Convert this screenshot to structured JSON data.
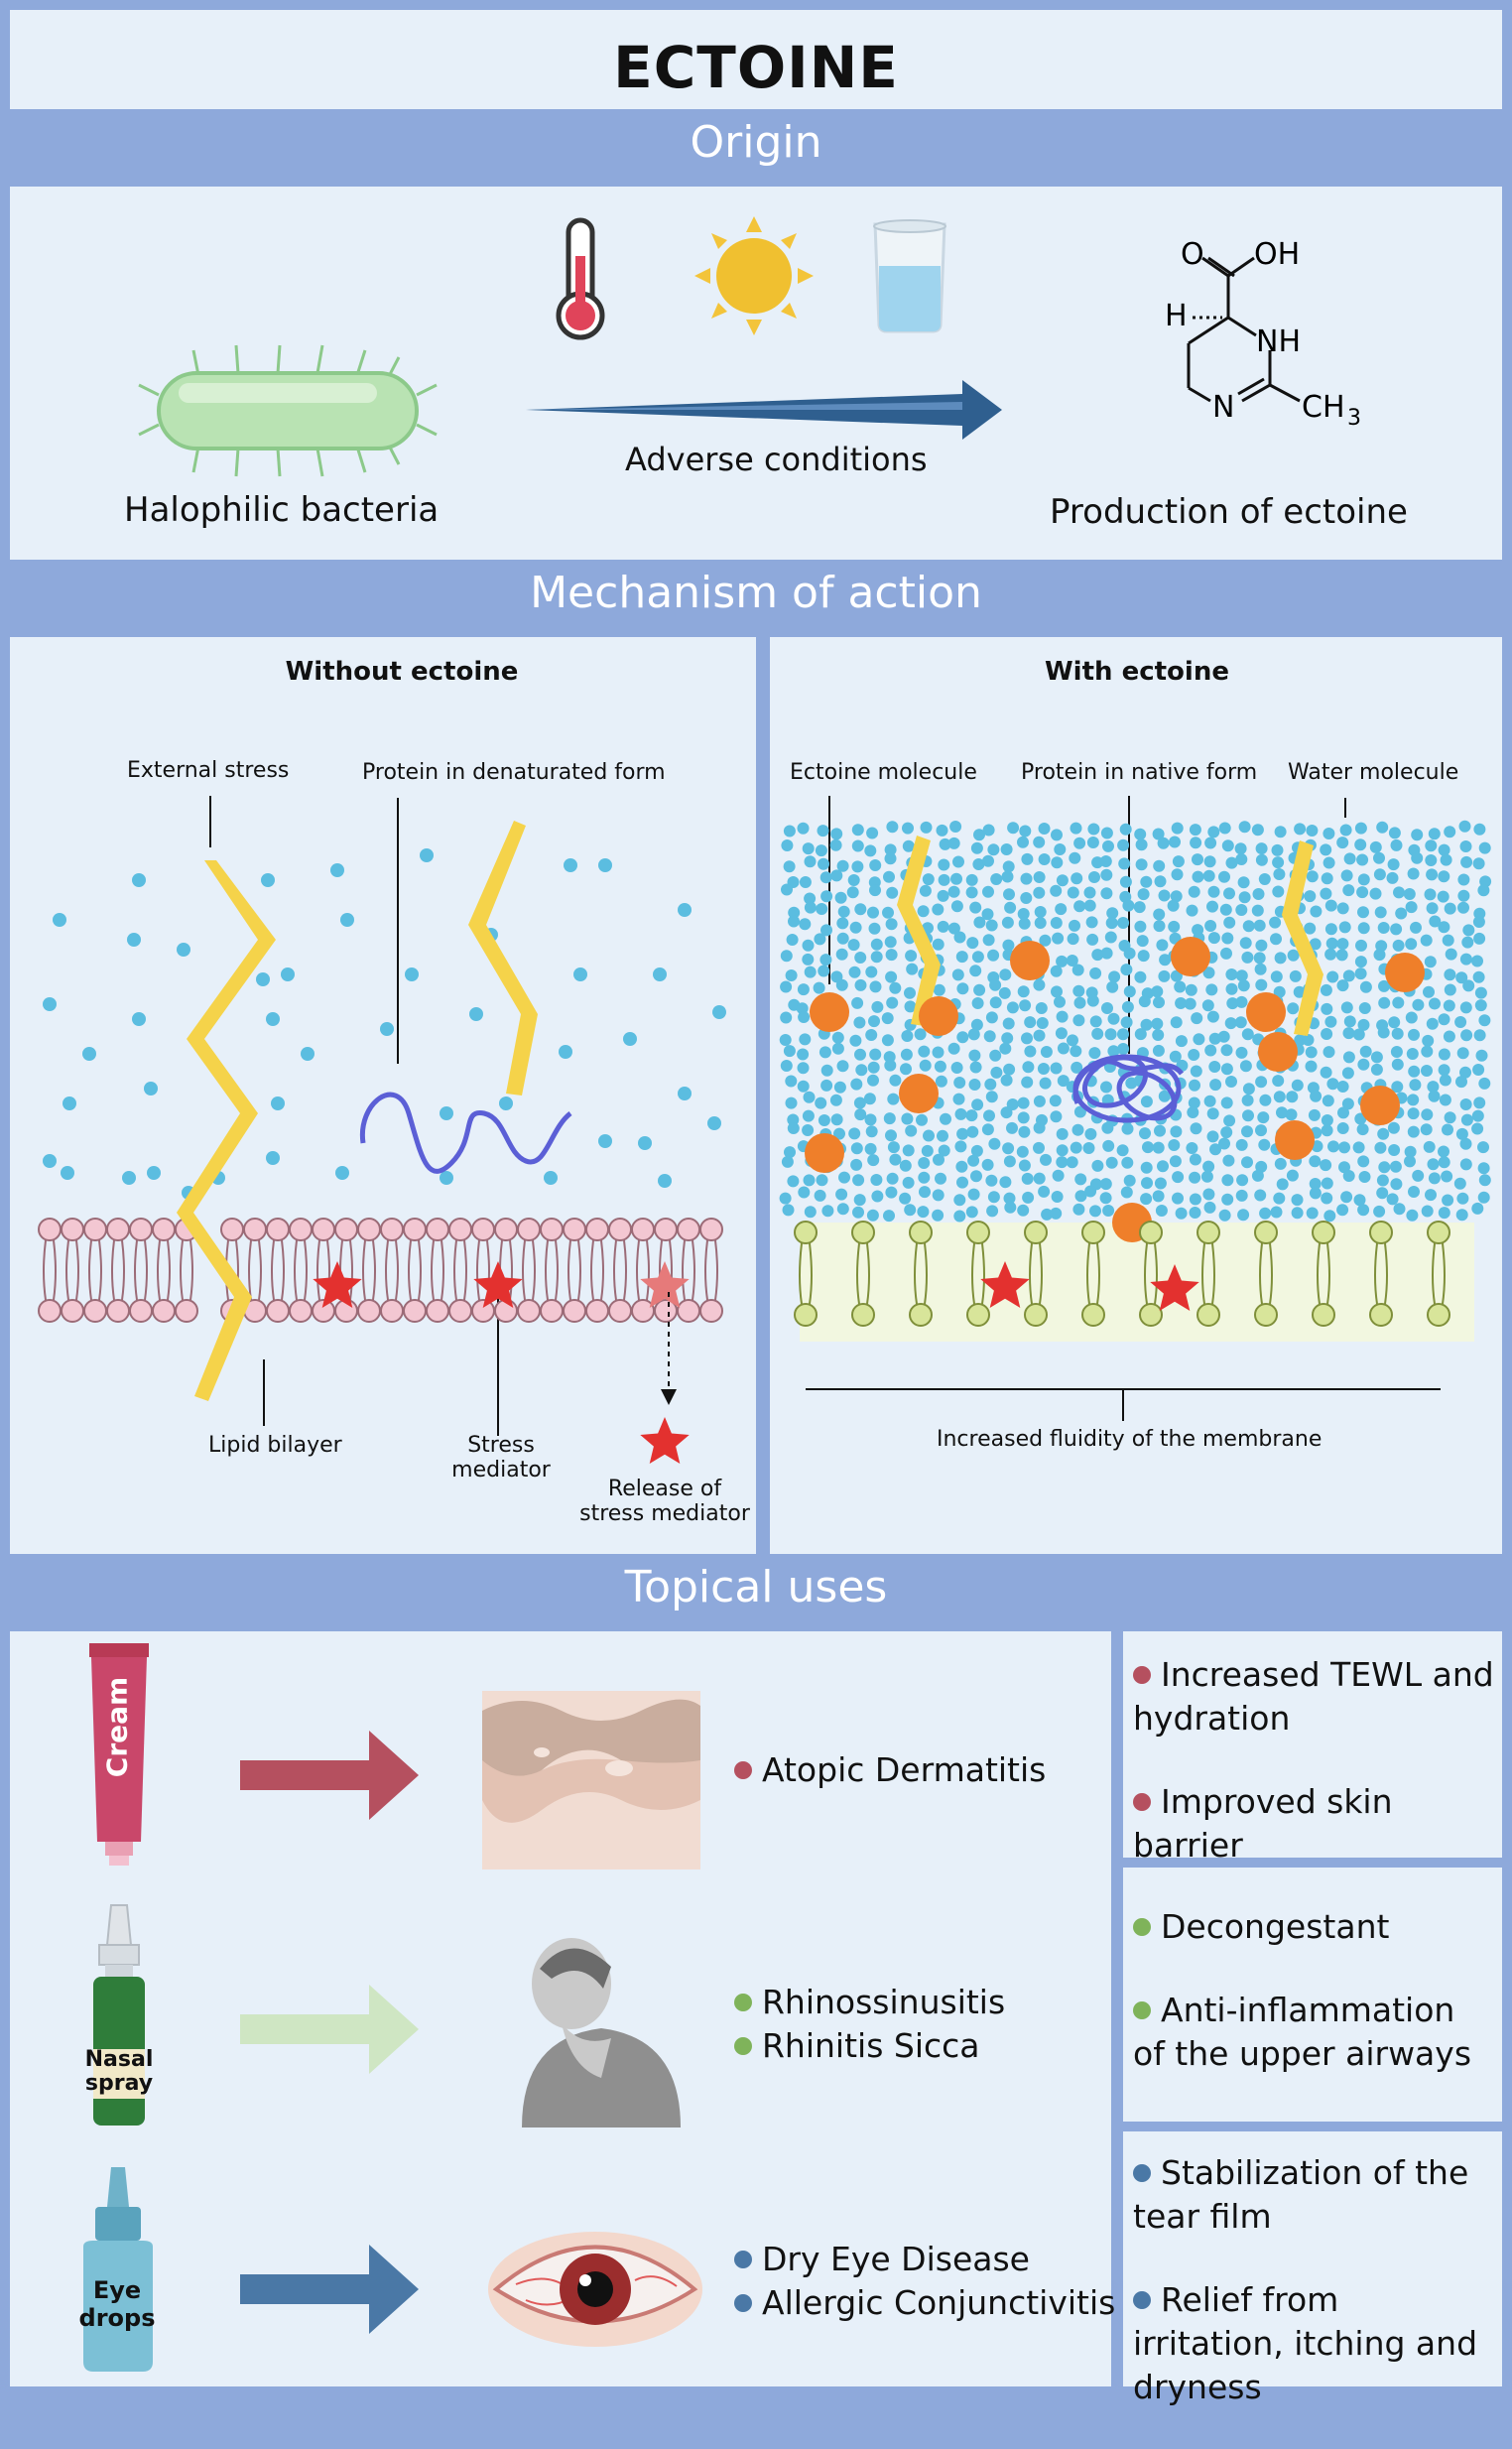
{
  "title": "ECTOINE",
  "sections": {
    "origin": "Origin",
    "mechanism": "Mechanism of action",
    "topical": "Topical uses"
  },
  "origin": {
    "bacteria_label": "Halophilic bacteria",
    "arrow_label": "Adverse conditions",
    "production_label": "Production of ectoine",
    "molecule": {
      "o": "O",
      "oh": "OH",
      "h": "H",
      "nh": "NH",
      "n": "N",
      "ch": "CH",
      "sub3": "3"
    }
  },
  "mechanism": {
    "without": {
      "title": "Without ectoine",
      "external_stress": "External stress",
      "protein_denatured": "Protein in denaturated form",
      "lipid_bilayer": "Lipid bilayer",
      "stress_mediator_1": "Stress",
      "stress_mediator_2": "mediator",
      "release_1": "Release of",
      "release_2": "stress mediator"
    },
    "with": {
      "title": "With ectoine",
      "ectoine_molecule": "Ectoine molecule",
      "protein_native": "Protein in native form",
      "water_molecule": "Water molecule",
      "fluidity": "Increased fluidity of the membrane"
    }
  },
  "topical": {
    "rows": [
      {
        "product": "Cream",
        "conditions": [
          "Atopic Dermatitis"
        ],
        "effects": [
          "Increased TEWL and hydration",
          "Improved skin barrier"
        ],
        "color": "#b5505f"
      },
      {
        "product_line1": "Nasal",
        "product_line2": "spray",
        "conditions": [
          "Rhinossinusitis",
          "Rhinitis Sicca"
        ],
        "effects": [
          "Decongestant",
          "Anti-inflammation of the upper airways"
        ],
        "color": "#7fb35a"
      },
      {
        "product_line1": "Eye",
        "product_line2": "drops",
        "conditions": [
          "Dry Eye Disease",
          "Allergic Conjunctivitis"
        ],
        "effects": [
          "Stabilization of the tear film",
          "Relief from irritation, itching and dryness"
        ],
        "color": "#4a78a6"
      }
    ]
  },
  "colors": {
    "accent_blue": "#8ea9db",
    "panel": "#e7f0f9",
    "arrow_dark": "#2f5f8f",
    "lightning": "#f5d34a",
    "water": "#5bbde0",
    "ectoine": "#ef7f2a",
    "protein": "#5b5fd6",
    "star": "#e3312f"
  }
}
